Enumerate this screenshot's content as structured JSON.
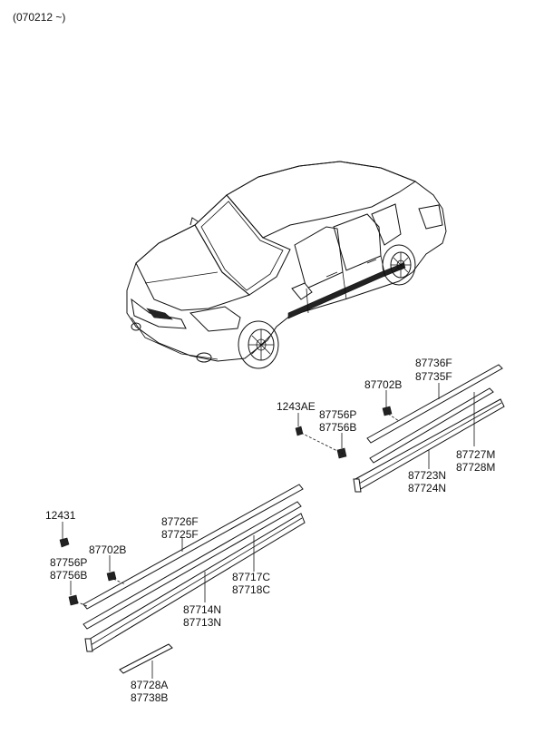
{
  "header": {
    "date_code": "(070212 ~)"
  },
  "labels": {
    "p87736F": "87736F",
    "p87735F": "87735F",
    "p87702B_r": "87702B",
    "p1243AE": "1243AE",
    "p87756P_r": "87756P",
    "p87756B_r": "87756B",
    "p87727M": "87727M",
    "p87728M": "87728M",
    "p87723N": "87723N",
    "p87724N": "87724N",
    "p12431": "12431",
    "p87726F": "87726F",
    "p87725F": "87725F",
    "p87702B_l": "87702B",
    "p87756P_l": "87756P",
    "p87756B_l": "87756B",
    "p87717C": "87717C",
    "p87718C": "87718C",
    "p87714N": "87714N",
    "p87713N": "87713N",
    "p87728A": "87728A",
    "p87738B": "87738B"
  }
}
